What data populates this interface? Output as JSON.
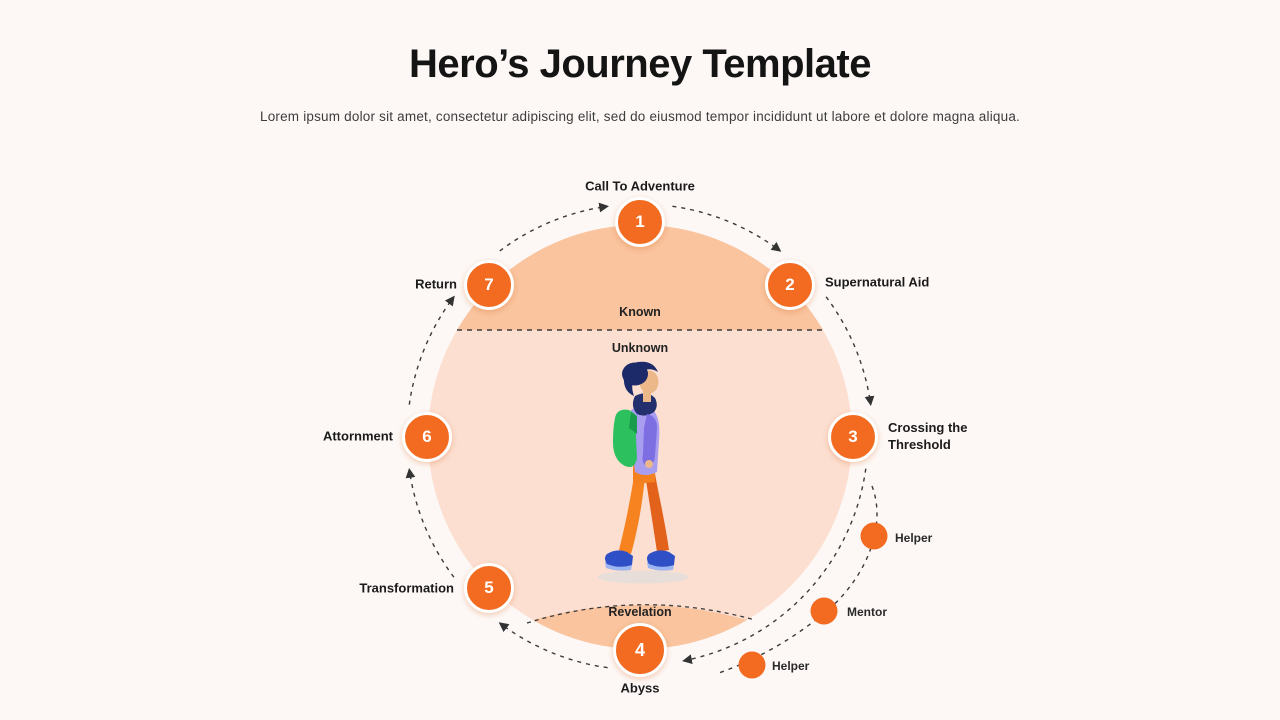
{
  "header": {
    "title": "Hero’s Journey Template",
    "subtitle": "Lorem ipsum dolor sit amet, consectetur adipiscing elit, sed do eiusmod tempor incididunt ut labore et dolore magna aliqua."
  },
  "diagram": {
    "regions": {
      "known": "Known",
      "unknown": "Unknown",
      "revelation": "Revelation"
    },
    "stages": [
      {
        "number": "1",
        "label": "Call To Adventure",
        "position": "top"
      },
      {
        "number": "2",
        "label": "Supernatural Aid",
        "position": "top-right"
      },
      {
        "number": "3",
        "label": "Crossing the Threshold",
        "position": "right"
      },
      {
        "number": "4",
        "label": "Abyss",
        "position": "bottom"
      },
      {
        "number": "5",
        "label": "Transformation",
        "position": "bottom-left"
      },
      {
        "number": "6",
        "label": "Attornment",
        "position": "left"
      },
      {
        "number": "7",
        "label": "Return",
        "position": "top-left"
      }
    ],
    "helpers": [
      {
        "label": "Helper"
      },
      {
        "label": "Mentor"
      },
      {
        "label": "Helper"
      }
    ],
    "flow_direction": "clockwise",
    "center_illustration": "walking-hero-with-backpack",
    "colors": {
      "accent": "#f26b21",
      "circle_light": "#fcdfd1",
      "circle_dark": "#f9c49e",
      "dash": "#3a3a3a",
      "background": "#fdf8f6"
    }
  }
}
